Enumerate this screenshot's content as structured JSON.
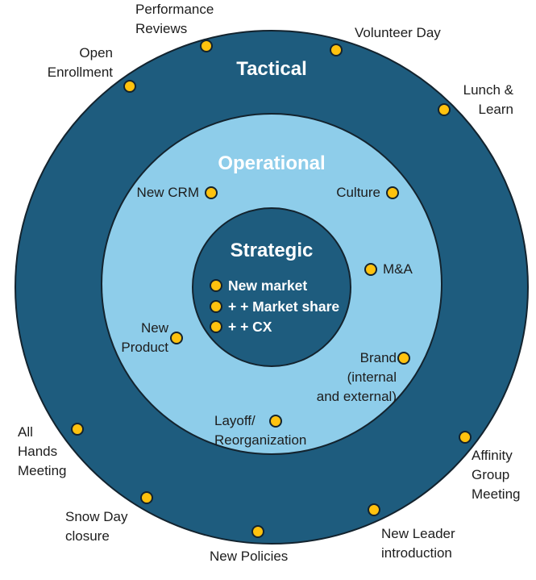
{
  "colors": {
    "dark_blue": "#1e5c7e",
    "light_blue": "#8ecdea",
    "dot_yellow": "#ffc20e",
    "outline": "#13232e",
    "text": "#1d1d1d"
  },
  "rings": {
    "tactical": "Tactical",
    "operational": "Operational",
    "strategic": "Strategic"
  },
  "items": {
    "tactical": [
      {
        "id": "performance-reviews",
        "label": "Performance\nReviews"
      },
      {
        "id": "volunteer-day",
        "label": "Volunteer Day"
      },
      {
        "id": "open-enrollment",
        "label": "Open\nEnrollment"
      },
      {
        "id": "lunch-and-learn",
        "label": "Lunch &\nLearn"
      },
      {
        "id": "all-hands-meeting",
        "label": "All\nHands\nMeeting"
      },
      {
        "id": "snow-day-closure",
        "label": "Snow Day\nclosure"
      },
      {
        "id": "new-policies",
        "label": "New Policies"
      },
      {
        "id": "new-leader-introduction",
        "label": "New Leader\nintroduction"
      },
      {
        "id": "affinity-group-meeting",
        "label": "Affinity\nGroup\nMeeting"
      }
    ],
    "operational": [
      {
        "id": "new-crm",
        "label": "New CRM"
      },
      {
        "id": "culture",
        "label": "Culture"
      },
      {
        "id": "m-and-a",
        "label": "M&A"
      },
      {
        "id": "new-product",
        "label": "New\nProduct"
      },
      {
        "id": "brand",
        "label": "Brand\n(internal\nand external)"
      },
      {
        "id": "layoff-reorganization",
        "label": "Layoff/\nReorganization"
      }
    ],
    "strategic": [
      {
        "id": "new-market",
        "label": "New market"
      },
      {
        "id": "market-share",
        "label": "+ + Market share"
      },
      {
        "id": "cx",
        "label": "+ + CX"
      }
    ]
  }
}
